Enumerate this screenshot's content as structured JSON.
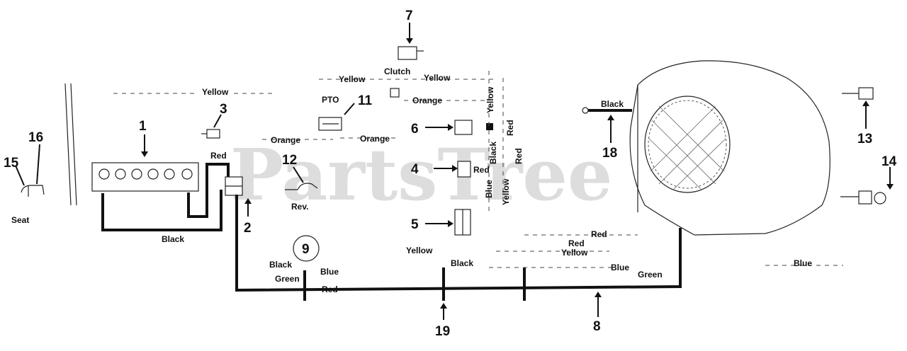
{
  "watermark": "PartsTree",
  "callouts": {
    "c1": "1",
    "c2": "2",
    "c3": "3",
    "c4": "4",
    "c5": "5",
    "c6": "6",
    "c7": "7",
    "c8": "8",
    "c9": "9",
    "c11": "11",
    "c12": "12",
    "c13": "13",
    "c14": "14",
    "c15": "15",
    "c16": "16",
    "c18": "18",
    "c19": "19"
  },
  "labels": {
    "seat": "Seat",
    "clutch": "Clutch",
    "pto": "PTO",
    "rev": "Rev.",
    "yellow_top_left": "Yellow",
    "yellow_top_mid": "Yellow",
    "yellow_top_right": "Yellow",
    "orange_left": "Orange",
    "orange_mid": "Orange",
    "orange_top": "Orange",
    "red_battery": "Red",
    "black_battery": "Black",
    "red_4": "Red",
    "black_vert": "Black",
    "yellow_vert": "Yellow",
    "red_vert1": "Red",
    "red_vert2": "Red",
    "blue_vert": "Blue",
    "yellow_vert2": "Yellow",
    "black_18": "Black",
    "yellow_mid": "Yellow",
    "black_mid": "Black",
    "black_9": "Black",
    "green_9": "Green",
    "blue_9": "Blue",
    "red_bottom": "Red",
    "red_right1": "Red",
    "red_right2": "Red",
    "yellow_right": "Yellow",
    "blue_right": "Blue",
    "green_right": "Green",
    "blue_far_right": "Blue"
  }
}
